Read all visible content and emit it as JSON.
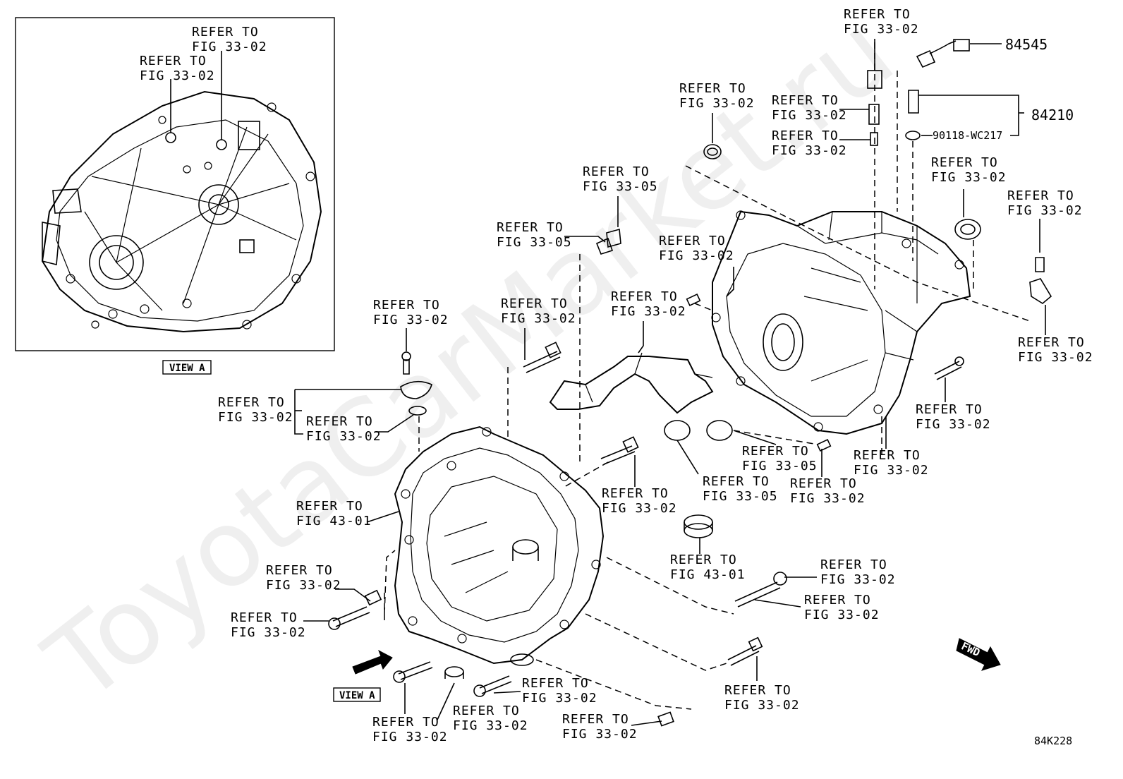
{
  "diagram": {
    "watermark": "ToyotaCarMarket.ru",
    "code": "84K228",
    "view_label": "VIEW A",
    "view_box_label": "VIEW A",
    "fwd_label": "FWD",
    "parts": {
      "p84545": "84545",
      "p84210": "84210",
      "p90118": "90118-WC217"
    },
    "refs": {
      "r1": [
        "REFER TO",
        "FIG 33-02"
      ],
      "r2": [
        "REFER TO",
        "FIG 33-02"
      ],
      "r3": [
        "REFER TO",
        "FIG 33-02"
      ],
      "r4": [
        "REFER TO",
        "FIG 33-02"
      ],
      "r5": [
        "REFER TO",
        "FIG 33-02"
      ],
      "r6": [
        "REFER TO",
        "FIG 33-02"
      ],
      "r7": [
        "REFER TO",
        "FIG 33-02"
      ],
      "r8": [
        "REFER TO",
        "FIG 33-02"
      ],
      "r9": [
        "REFER TO",
        "FIG 33-05"
      ],
      "r10": [
        "REFER TO",
        "FIG 33-05"
      ],
      "r11": [
        "REFER TO",
        "FIG 33-02"
      ],
      "r12": [
        "REFER TO",
        "FIG 33-02"
      ],
      "r13": [
        "REFER TO",
        "FIG 33-02"
      ],
      "r14": [
        "REFER TO",
        "FIG 33-02"
      ],
      "r15": [
        "REFER TO",
        "FIG 33-02"
      ],
      "r16": [
        "REFER TO",
        "FIG 33-02"
      ],
      "r17": [
        "REFER TO",
        "FIG 33-02"
      ],
      "r18": [
        "REFER TO",
        "FIG 33-02"
      ],
      "r19": [
        "REFER TO",
        "FIG 33-02"
      ],
      "r20": [
        "REFER TO",
        "FIG 33-05"
      ],
      "r21": [
        "REFER TO",
        "FIG 33-05"
      ],
      "r22": [
        "REFER TO",
        "FIG 33-02"
      ],
      "r23": [
        "REFER TO",
        "FIG 33-02"
      ],
      "r24": [
        "REFER TO",
        "FIG 43-01"
      ],
      "r25": [
        "REFER TO",
        "FIG 33-02"
      ],
      "r26": [
        "REFER TO",
        "FIG 43-01"
      ],
      "r27": [
        "REFER TO",
        "FIG 33-02"
      ],
      "r28": [
        "REFER TO",
        "FIG 33-02"
      ],
      "r29": [
        "REFER TO",
        "FIG 33-02"
      ],
      "r30": [
        "REFER TO",
        "FIG 33-02"
      ],
      "r31": [
        "REFER TO",
        "FIG 33-02"
      ],
      "r32": [
        "REFER TO",
        "FIG 33-02"
      ],
      "r33": [
        "REFER TO",
        "FIG 33-02"
      ],
      "r34": [
        "REFER TO",
        "FIG 33-02"
      ]
    }
  }
}
